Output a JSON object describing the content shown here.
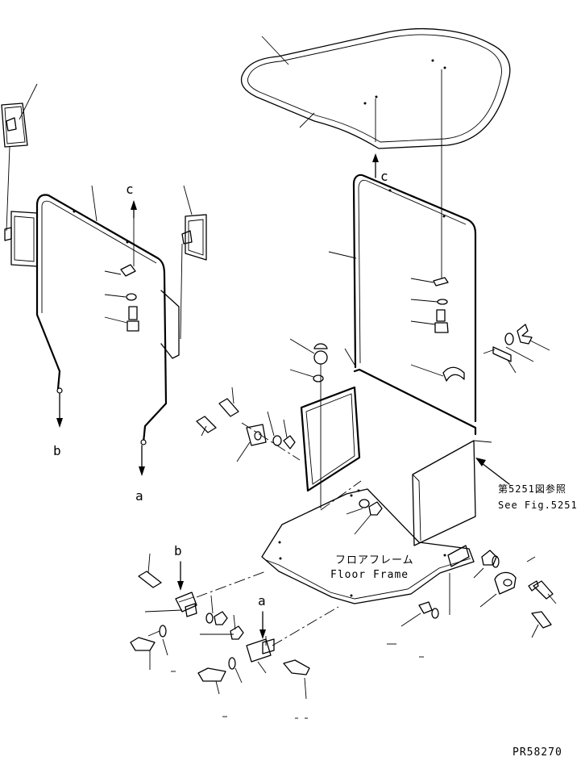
{
  "labels": {
    "a_bottom": "a",
    "a_floor": "a",
    "b_left": "b",
    "b_floor": "b",
    "c_left": "c",
    "c_right": "c"
  },
  "reference": {
    "jp": "第5251図参照",
    "en": "See Fig.5251"
  },
  "floor_frame": {
    "jp": "フロアフレーム",
    "en": "Floor Frame"
  },
  "drawing_number": "PR58270"
}
